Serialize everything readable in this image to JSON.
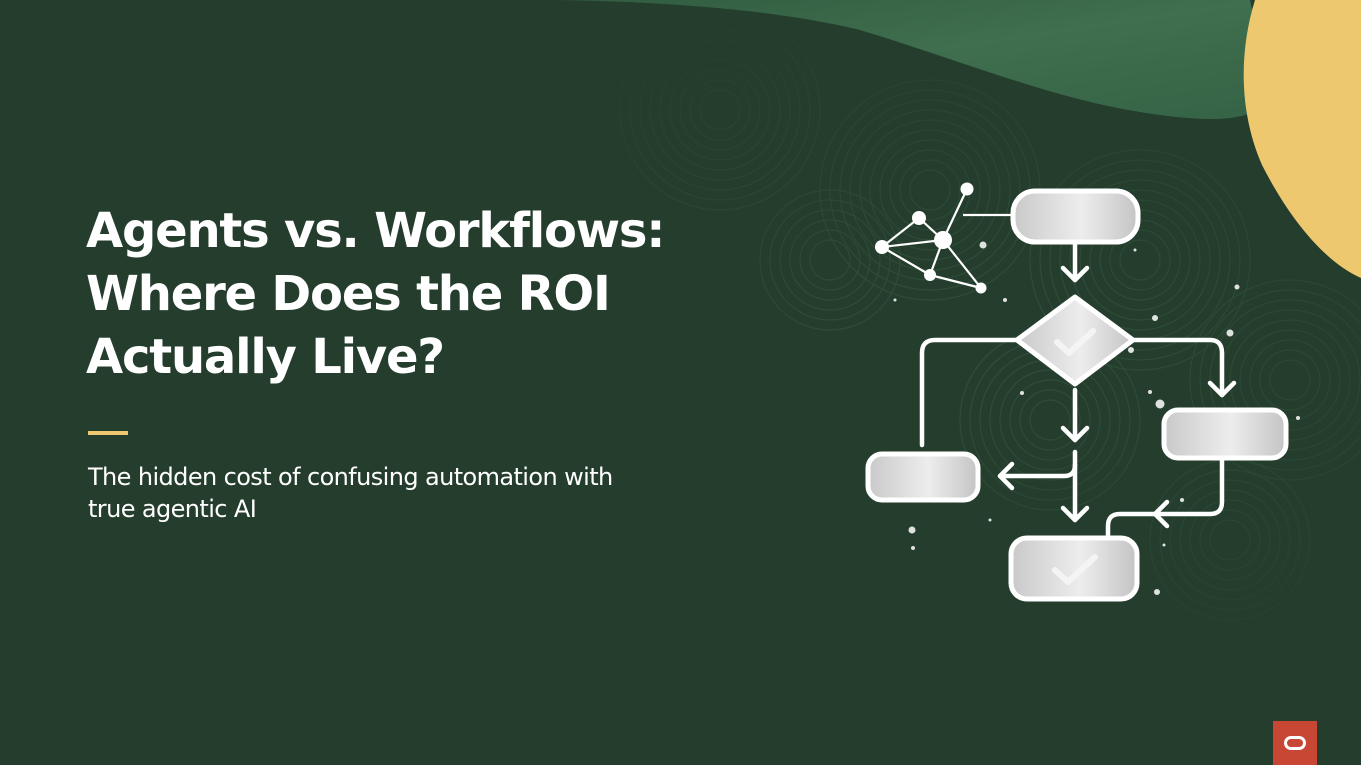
{
  "slide": {
    "title_lines": [
      "Agents vs. Workflows:",
      "Where Does the ROI",
      "Actually Live?"
    ],
    "subtitle_lines": [
      "The hidden cost of confusing automation with",
      "true agentic AI"
    ],
    "colors": {
      "background": "#243d2d",
      "accent_green": "#3d6b4b",
      "accent_yellow": "#eec86f",
      "logo_red": "#c74634",
      "text": "#ffffff"
    }
  },
  "illustration": {
    "name": "workflow-flowchart",
    "nodes": [
      "start-node",
      "decision-node-check",
      "right-process-node",
      "left-process-node",
      "end-node-check"
    ],
    "network_graph_icon": "agent-network-icon"
  },
  "logo": {
    "icon": "oracle-logo-icon"
  }
}
